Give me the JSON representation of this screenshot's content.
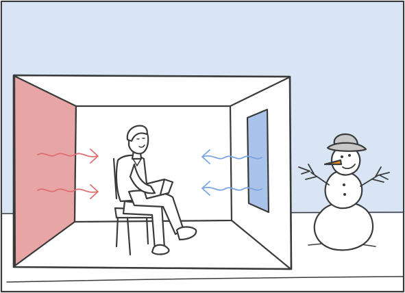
{
  "scene": {
    "colors": {
      "sky": "#d9e4f5",
      "outline": "#3a3a3a",
      "warm_wall": "#e8a5a5",
      "window_glass": "#a9c3ea",
      "warm_arrow": "#dd6f6f",
      "cold_arrow": "#7aa4e0",
      "carrot": "#f28f22",
      "hat": "#c8c8c8",
      "ground": "#ffffff"
    },
    "elements": {
      "room": "room-cutaway",
      "heated_wall": "heated-wall",
      "window": "window",
      "person": "seated-person-reading",
      "snowman": "snowman"
    },
    "arrows": {
      "warm_count": 2,
      "cold_count": 2
    }
  }
}
